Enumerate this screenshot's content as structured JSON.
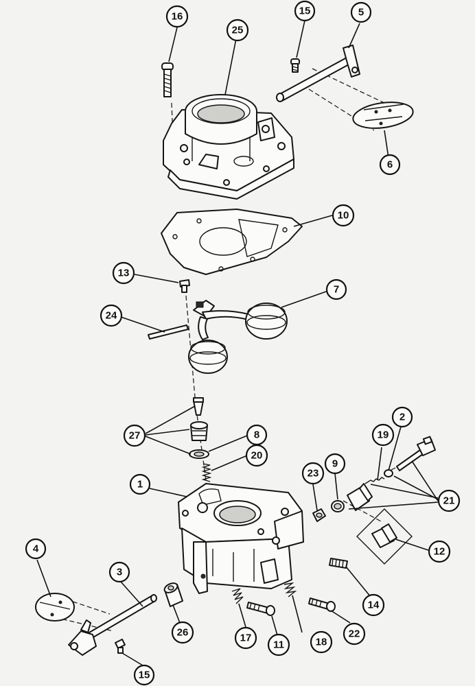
{
  "callouts": [
    {
      "id": "c16",
      "label": "16"
    },
    {
      "id": "c25",
      "label": "25"
    },
    {
      "id": "c15a",
      "label": "15"
    },
    {
      "id": "c5",
      "label": "5"
    },
    {
      "id": "c6",
      "label": "6"
    },
    {
      "id": "c10",
      "label": "10"
    },
    {
      "id": "c13",
      "label": "13"
    },
    {
      "id": "c7",
      "label": "7"
    },
    {
      "id": "c24",
      "label": "24"
    },
    {
      "id": "c27",
      "label": "27"
    },
    {
      "id": "c8",
      "label": "8"
    },
    {
      "id": "c2",
      "label": "2"
    },
    {
      "id": "c19",
      "label": "19"
    },
    {
      "id": "c20",
      "label": "20"
    },
    {
      "id": "c23",
      "label": "23"
    },
    {
      "id": "c9",
      "label": "9"
    },
    {
      "id": "c21",
      "label": "21"
    },
    {
      "id": "c1",
      "label": "1"
    },
    {
      "id": "c12",
      "label": "12"
    },
    {
      "id": "c4",
      "label": "4"
    },
    {
      "id": "c3",
      "label": "3"
    },
    {
      "id": "c14",
      "label": "14"
    },
    {
      "id": "c26",
      "label": "26"
    },
    {
      "id": "c17",
      "label": "17"
    },
    {
      "id": "c11",
      "label": "11"
    },
    {
      "id": "c18",
      "label": "18"
    },
    {
      "id": "c22",
      "label": "22"
    },
    {
      "id": "c15b",
      "label": "15"
    }
  ]
}
